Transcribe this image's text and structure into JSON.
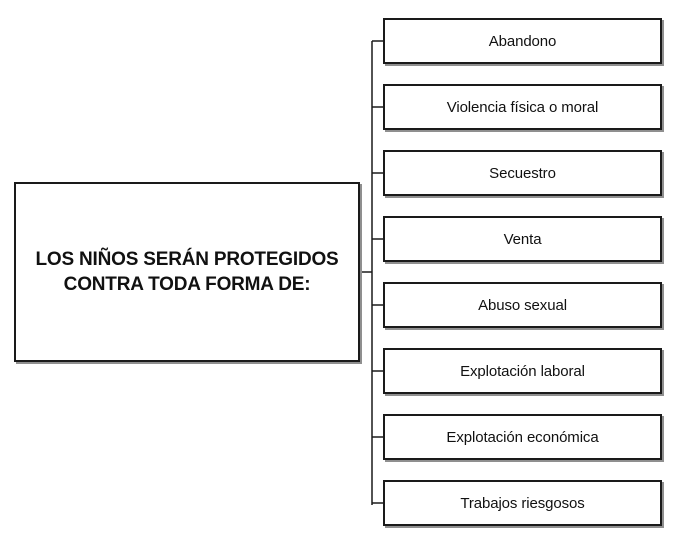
{
  "main": {
    "lines": [
      "LOS NIÑOS SERÁN PROTEGIDOS",
      "CONTRA TODA FORMA DE:"
    ]
  },
  "items": [
    "Abandono",
    "Violencia física o moral",
    "Secuestro",
    "Venta",
    "Abuso sexual",
    "Explotación laboral",
    "Explotación económica",
    "Trabajos riesgosos"
  ]
}
